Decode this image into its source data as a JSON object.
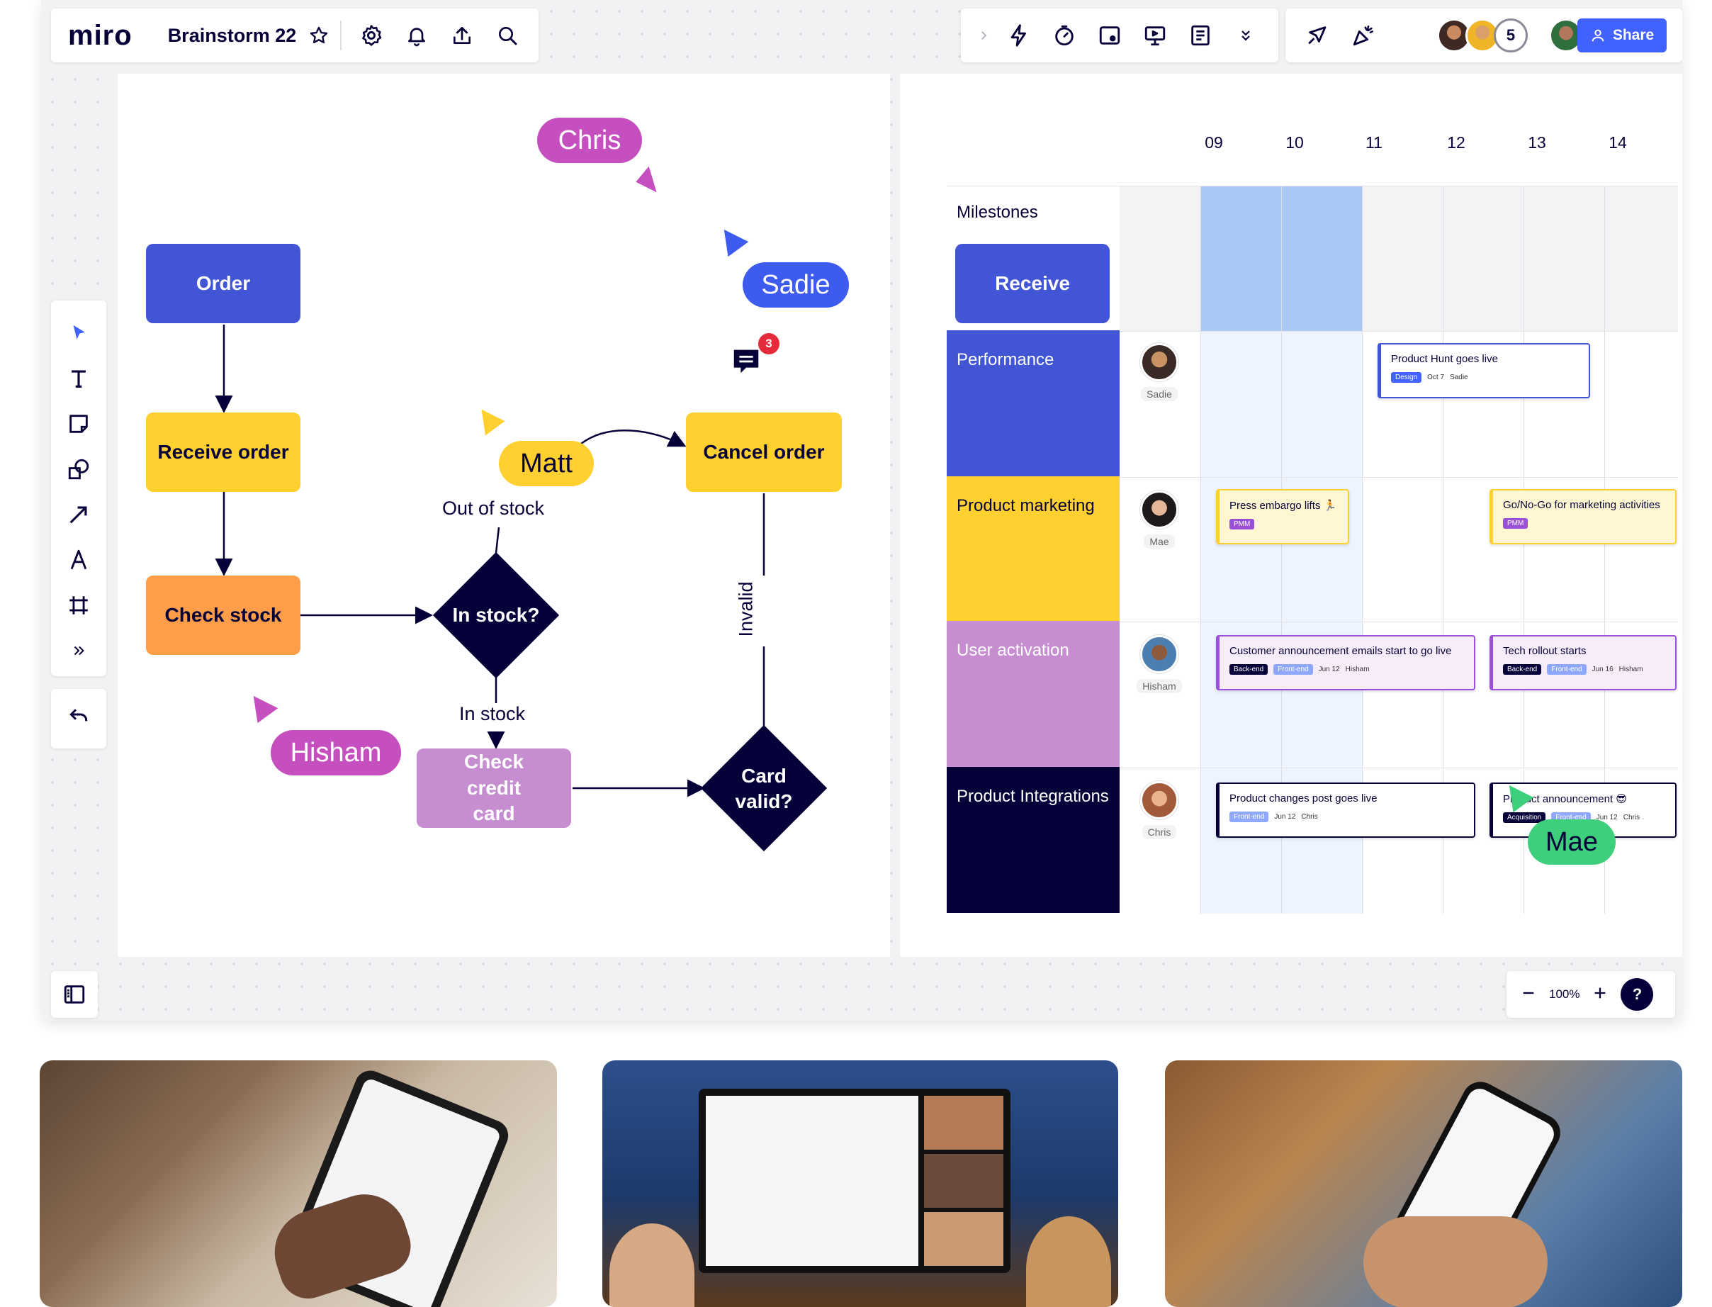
{
  "app": {
    "logo": "miro",
    "board_name": "Brainstorm 22",
    "share_label": "Share",
    "collaborator_count": "5",
    "zoom_level": "100%",
    "help_label": "?"
  },
  "flowchart": {
    "nodes": {
      "order": "Order",
      "receive_order": "Receive order",
      "check_stock": "Check stock",
      "in_stock_q": "In stock?",
      "cancel_order": "Cancel order",
      "check_credit_card": "Check credit card",
      "card_valid_q": "Card valid?"
    },
    "edge_labels": {
      "out_of_stock": "Out of stock",
      "in_stock": "In stock",
      "invalid": "Invalid"
    },
    "comment_badge": "3"
  },
  "cursors": {
    "chris": "Chris",
    "sadie": "Sadie",
    "matt": "Matt",
    "hisham": "Hisham",
    "mae": "Mae"
  },
  "timeline": {
    "days": [
      "09",
      "10",
      "11",
      "12",
      "13",
      "14"
    ],
    "milestones_label": "Milestones",
    "receive_label": "Receive",
    "rows": [
      {
        "label": "Performance",
        "owner": "Sadie"
      },
      {
        "label": "Product marketing",
        "owner": "Mae"
      },
      {
        "label": "User activation",
        "owner": "Hisham"
      },
      {
        "label": "Product Integrations",
        "owner": "Chris"
      }
    ],
    "cards": {
      "c1": {
        "title": "Product Hunt goes live",
        "tag1": "Design",
        "date": "Oct 7",
        "person": "Sadie"
      },
      "c2": {
        "title": "Press embargo lifts 🏃",
        "tag1": "PMM"
      },
      "c3": {
        "title": "Go/No-Go for marketing activities",
        "tag1": "PMM"
      },
      "c4": {
        "title": "Customer announcement emails start to go live",
        "tag1": "Back-end",
        "tag2": "Front-end",
        "date": "Jun 12",
        "person": "Hisham"
      },
      "c5": {
        "title": "Tech rollout starts",
        "tag1": "Back-end",
        "tag2": "Front-end",
        "date": "Jun 16",
        "person": "Hisham"
      },
      "c6": {
        "title": "Product changes post goes live",
        "tag1": "Front-end",
        "date": "Jun 12",
        "person": "Chris"
      },
      "c7": {
        "title": "Product announcement 😎",
        "tag1": "Acquisition",
        "tag2": "Front-end",
        "date": "Jun 12",
        "person": "Chris"
      }
    }
  },
  "colors": {
    "brand_blue": "#4262ff",
    "navy": "#050038",
    "order_blue": "#4255d4",
    "yellow": "#ffd02f",
    "orange": "#ff9d48",
    "lilac": "#c68ed1",
    "chris_pink": "#c64fbf",
    "sadie_blue": "#3e5bf0",
    "matt_yellow": "#ffd02f",
    "mae_green": "#3ecf7c"
  }
}
